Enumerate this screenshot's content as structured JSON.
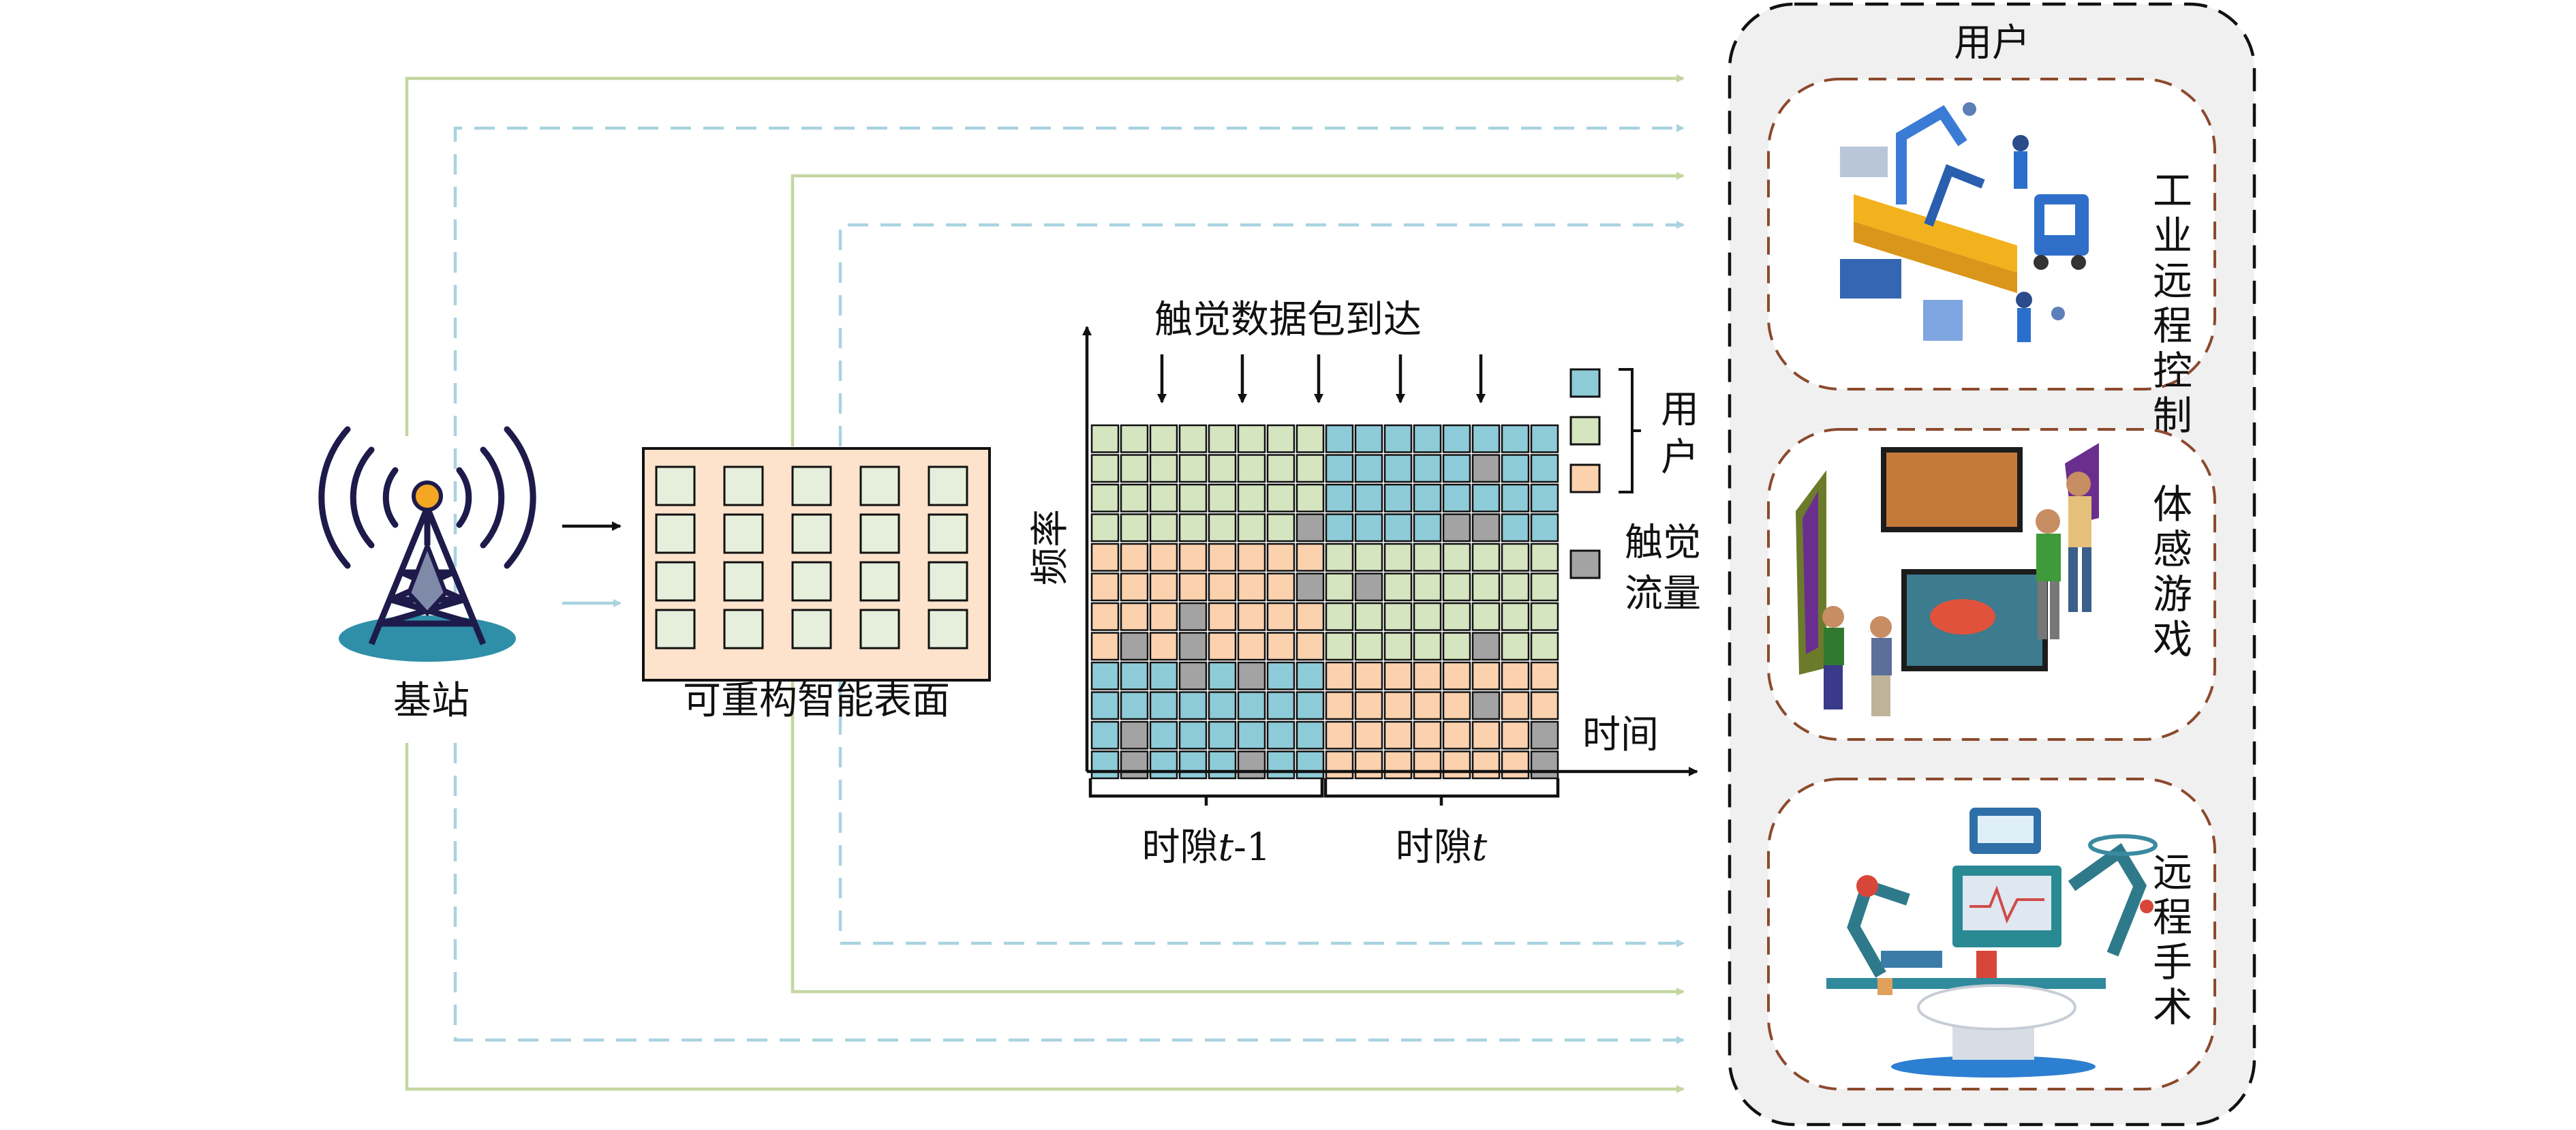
{
  "base_station": {
    "label": "基站"
  },
  "ris": {
    "label": "可重构智能表面"
  },
  "grid": {
    "top_label": "触觉数据包到达",
    "y_axis_label": "频率",
    "x_axis_label": "时间",
    "slot_prev_label": "时隙",
    "slot_prev_var": "t",
    "slot_prev_suffix": "-1",
    "slot_curr_label": "时隙",
    "slot_curr_var": "t"
  },
  "legend": {
    "users_label_line1": "用",
    "users_label_line2": "户",
    "haptic_label_line1": "触觉",
    "haptic_label_line2": "流量"
  },
  "users_panel": {
    "title": "用户",
    "apps": [
      {
        "label": "工业远程控制"
      },
      {
        "label": "体感游戏"
      },
      {
        "label": "远程手术"
      }
    ]
  },
  "colors": {
    "user_blue": "#8ecbd8",
    "user_green": "#d4e5bf",
    "user_orange": "#fbd1ae",
    "haptic_gray": "#a3a3a3",
    "ris_fill": "#fde3cc",
    "ris_element": "#e6efdc",
    "solid_link": "#c4d6a0",
    "dashed_link": "#a9d3e0",
    "panel_bg": "#f0f0f0",
    "app_border": "#8b4a2c"
  }
}
